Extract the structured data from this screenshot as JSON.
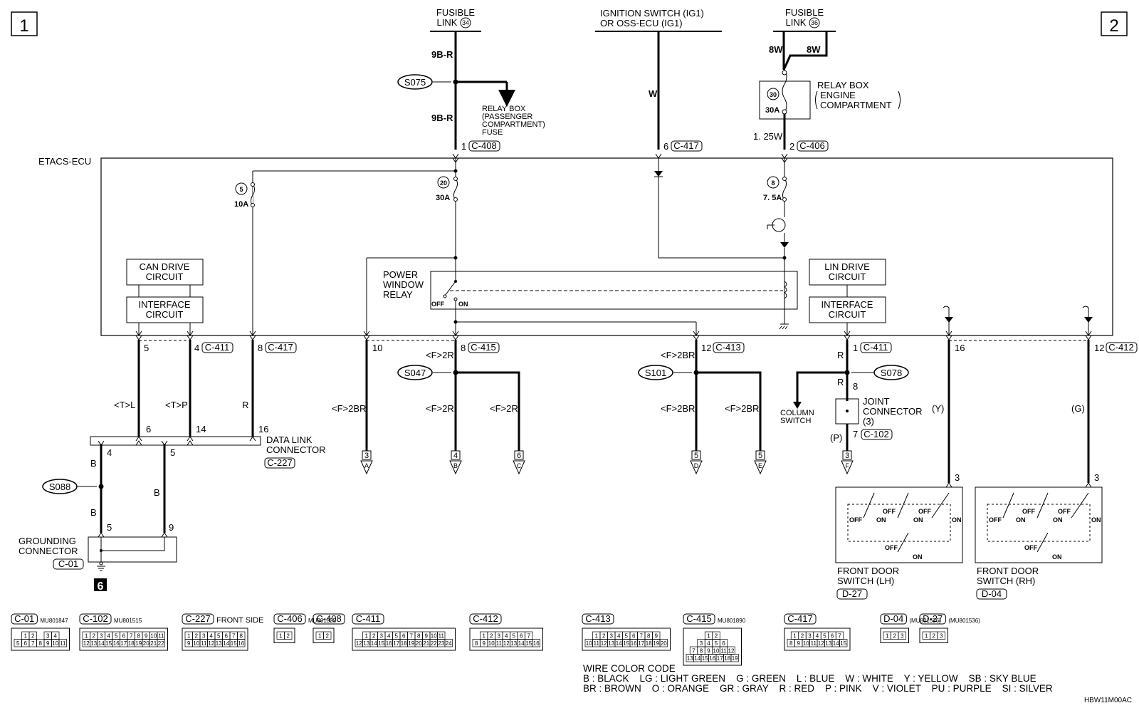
{
  "page_markers": {
    "left": "1",
    "right": "2"
  },
  "sources": {
    "fusible_link_34": {
      "line1": "FUSIBLE",
      "line2": "LINK",
      "num": "34"
    },
    "ignition": {
      "line1": "IGNITION SWITCH (IG1)",
      "line2": "OR OSS-ECU (IG1)"
    },
    "fusible_link_36": {
      "line1": "FUSIBLE",
      "line2": "LINK",
      "num": "36"
    }
  },
  "wires": {
    "w1": "9B-R",
    "w2": "9B-R",
    "w3": "W",
    "w4": "8W",
    "w5": "8W",
    "w6": "1. 25W",
    "t_l": "<T>L",
    "t_p": "<T>P",
    "r1": "R",
    "f2br_1": "<F>2BR",
    "f2r_1": "<F>2R",
    "f2r_2": "<F>2R",
    "f2r_3": "<F>2R",
    "f2br_2": "<F>2BR",
    "f2br_3": "<F>2BR",
    "f2br_4": "<F>2BR",
    "r2": "R",
    "r3": "R",
    "p": "(P)",
    "y": "(Y)",
    "g": "(G)",
    "b1": "B",
    "b2": "B",
    "b3": "B"
  },
  "splices": {
    "s075": "S075",
    "s047": "S047",
    "s101": "S101",
    "s078": "S078",
    "s088": "S088"
  },
  "relay_box_passenger": {
    "l1": "RELAY BOX",
    "l2": "(PASSENGER",
    "l3": "COMPARTMENT)",
    "l4": "FUSE"
  },
  "relay_box_engine": {
    "l1": "RELAY BOX",
    "l2": "ENGINE",
    "l3": "COMPARTMENT",
    "fuse_num": "30",
    "fuse_amp": "30A"
  },
  "ecu": {
    "label": "ETACS-ECU",
    "fuse5": {
      "num": "5",
      "amp": "10A"
    },
    "fuse20": {
      "num": "20",
      "amp": "30A"
    },
    "fuse8": {
      "num": "8",
      "amp": "7. 5A"
    },
    "can_drive": {
      "l1": "CAN DRIVE",
      "l2": "CIRCUIT"
    },
    "interface1": {
      "l1": "INTERFACE",
      "l2": "CIRCUIT"
    },
    "power_window_relay": {
      "l1": "POWER",
      "l2": "WINDOW",
      "l3": "RELAY",
      "off": "OFF",
      "on": "ON"
    },
    "lin_drive": {
      "l1": "LIN DRIVE",
      "l2": "CIRCUIT"
    },
    "interface2": {
      "l1": "INTERFACE",
      "l2": "CIRCUIT"
    }
  },
  "pins": {
    "p1": "1",
    "c408": "C-408",
    "p6": "6",
    "c417a": "C-417",
    "p2": "2",
    "c406": "C-406",
    "p5a": "5",
    "p4a": "4",
    "c411a": "C-411",
    "p8a": "8",
    "c417b": "C-417",
    "p10": "10",
    "p8b": "8",
    "c415": "C-415",
    "p12a": "12",
    "c413": "C-413",
    "p1b": "1",
    "c411b": "C-411",
    "p16a": "16",
    "p12b": "12",
    "c412": "C-412",
    "dl6": "6",
    "dl14": "14",
    "dl16": "16",
    "dl4": "4",
    "dl5": "5",
    "jc8": "8",
    "jc7": "7",
    "c102": "C-102",
    "g5": "5",
    "g9": "9",
    "sw3a": "3",
    "sw3b": "3"
  },
  "connectors": {
    "data_link": {
      "l1": "DATA LINK",
      "l2": "CONNECTOR",
      "code": "C-227"
    },
    "joint": {
      "l1": "JOINT",
      "l2": "CONNECTOR",
      "l3": "(3)"
    },
    "grounding": {
      "l1": "GROUNDING",
      "l2": "CONNECTOR",
      "code": "C-01"
    },
    "column_switch": {
      "l1": "COLUMN",
      "l2": "SWITCH"
    }
  },
  "ground_number": "6",
  "offpage": [
    {
      "page": "3",
      "letter": "A"
    },
    {
      "page": "4",
      "letter": "B"
    },
    {
      "page": "6",
      "letter": "C"
    },
    {
      "page": "5",
      "letter": "D"
    },
    {
      "page": "5",
      "letter": "E"
    },
    {
      "page": "3",
      "letter": "F"
    }
  ],
  "door_switch_lh": {
    "l1": "FRONT DOOR",
    "l2": "SWITCH (LH)",
    "code": "D-27",
    "off": "OFF",
    "on": "ON"
  },
  "door_switch_rh": {
    "l1": "FRONT DOOR",
    "l2": "SWITCH (RH)",
    "code": "D-04",
    "off": "OFF",
    "on": "ON"
  },
  "connector_views": [
    {
      "code": "C-01",
      "part": "MU801847",
      "rows": [
        [
          "1",
          "2",
          "",
          "3",
          "4"
        ],
        [
          "5",
          "6",
          "7",
          "8",
          "9",
          "10",
          "11"
        ]
      ]
    },
    {
      "code": "C-102",
      "part": "MU801515",
      "rows": [
        [
          "1",
          "2",
          "3",
          "4",
          "5",
          "6",
          "7",
          "8",
          "9",
          "10",
          "11"
        ],
        [
          "12",
          "13",
          "14",
          "15",
          "16",
          "17",
          "18",
          "19",
          "20",
          "21",
          "22"
        ]
      ]
    },
    {
      "code": "C-227",
      "part": "FRONT SIDE",
      "rows": [
        [
          "1",
          "2",
          "3",
          "4",
          "5",
          "6",
          "7",
          "8"
        ],
        [
          "9",
          "10",
          "11",
          "12",
          "13",
          "14",
          "15",
          "16"
        ]
      ]
    },
    {
      "code": "C-406",
      "part": "MU801325",
      "rows": [
        [
          "1",
          "2"
        ]
      ]
    },
    {
      "code": "C-408",
      "part": "",
      "rows": [
        [
          "1",
          "2"
        ]
      ]
    },
    {
      "code": "C-411",
      "part": "",
      "rows": [
        [
          "1",
          "2",
          "3",
          "4",
          "5",
          "6",
          "7",
          "8",
          "9",
          "10",
          "11"
        ],
        [
          "12",
          "13",
          "14",
          "15",
          "16",
          "17",
          "18",
          "19",
          "20",
          "21",
          "22",
          "23",
          "24"
        ]
      ]
    },
    {
      "code": "C-412",
      "part": "",
      "rows": [
        [
          "1",
          "2",
          "3",
          "4",
          "5",
          "6",
          "7"
        ],
        [
          "8",
          "9",
          "10",
          "11",
          "12",
          "13",
          "14",
          "15",
          "16"
        ]
      ]
    },
    {
      "code": "C-413",
      "part": "",
      "rows": [
        [
          "1",
          "2",
          "3",
          "4",
          "5",
          "6",
          "7",
          "8",
          "9"
        ],
        [
          "10",
          "11",
          "12",
          "13",
          "14",
          "15",
          "16",
          "17",
          "18",
          "19",
          "20"
        ]
      ]
    },
    {
      "code": "C-415",
      "part": "MU801890",
      "rows": [
        [
          "1",
          "2"
        ],
        [
          "3",
          "4",
          "5",
          "6"
        ],
        [
          "7",
          "8",
          "9",
          "10",
          "11",
          "12"
        ],
        [
          "13",
          "14",
          "15",
          "16",
          "17",
          "18",
          "19"
        ]
      ]
    },
    {
      "code": "C-417",
      "part": "",
      "rows": [
        [
          "1",
          "2",
          "3",
          "4",
          "5",
          "6",
          "7"
        ],
        [
          "8",
          "9",
          "10",
          "11",
          "12",
          "13",
          "14",
          "15"
        ]
      ]
    },
    {
      "code": "D-04",
      "part": "(MU801536)",
      "rows": [
        [
          "1",
          "2",
          "3"
        ]
      ]
    },
    {
      "code": "D-27",
      "part": "(MU801536)",
      "rows": [
        [
          "1",
          "2",
          "3"
        ]
      ]
    }
  ],
  "wire_color_code": {
    "title": "WIRE COLOR CODE",
    "line1": "B : BLACK    LG : LIGHT GREEN    G : GREEN    L : BLUE    W : WHITE    Y : YELLOW    SB : SKY BLUE",
    "line2": "BR : BROWN    O : ORANGE    GR : GRAY    R : RED    P : PINK    V : VIOLET    PU : PURPLE    SI : SILVER"
  },
  "doc_code": "HBW11M00AC"
}
